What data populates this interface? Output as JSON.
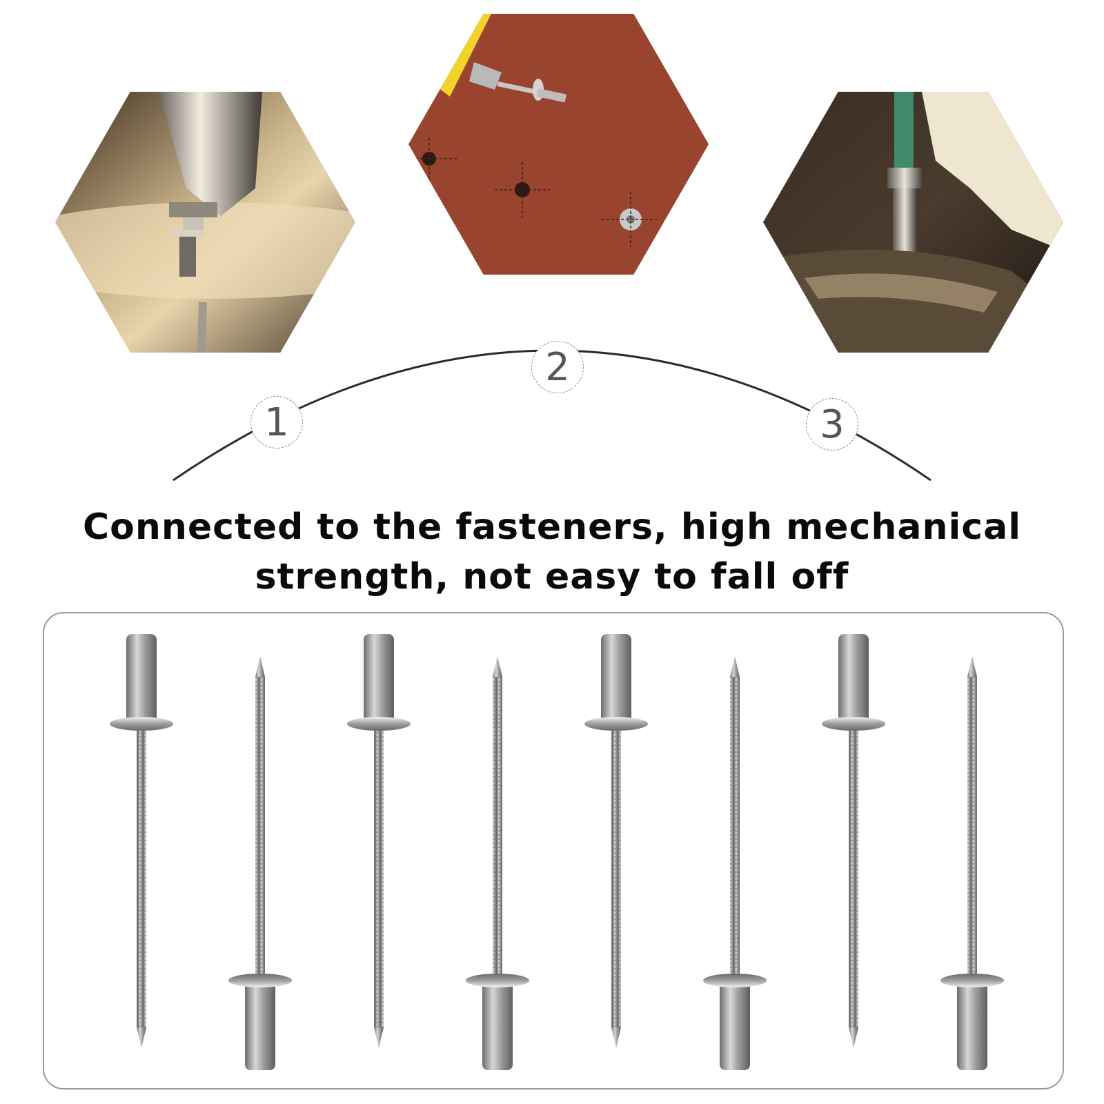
{
  "steps": [
    {
      "number": "1",
      "image": "rivet-gun-nozzle-photo"
    },
    {
      "number": "2",
      "image": "rivet-inserted-into-sheet-photo"
    },
    {
      "number": "3",
      "image": "rivet-gun-setting-rivet-photo"
    }
  ],
  "headline": {
    "line1": "Connected to the fasteners, high mechanical",
    "line2": "strength, not easy to fall off"
  },
  "rivets": {
    "count": 8,
    "orientation": [
      "head-up",
      "head-down",
      "head-up",
      "head-down",
      "head-up",
      "head-down",
      "head-up",
      "head-down"
    ]
  },
  "colors": {
    "arc": "#2b2b2b",
    "step_number": "#555555",
    "headline": "#0a0a0a",
    "panel_border": "#9a9a9a",
    "metal": "#a9a9a9"
  }
}
